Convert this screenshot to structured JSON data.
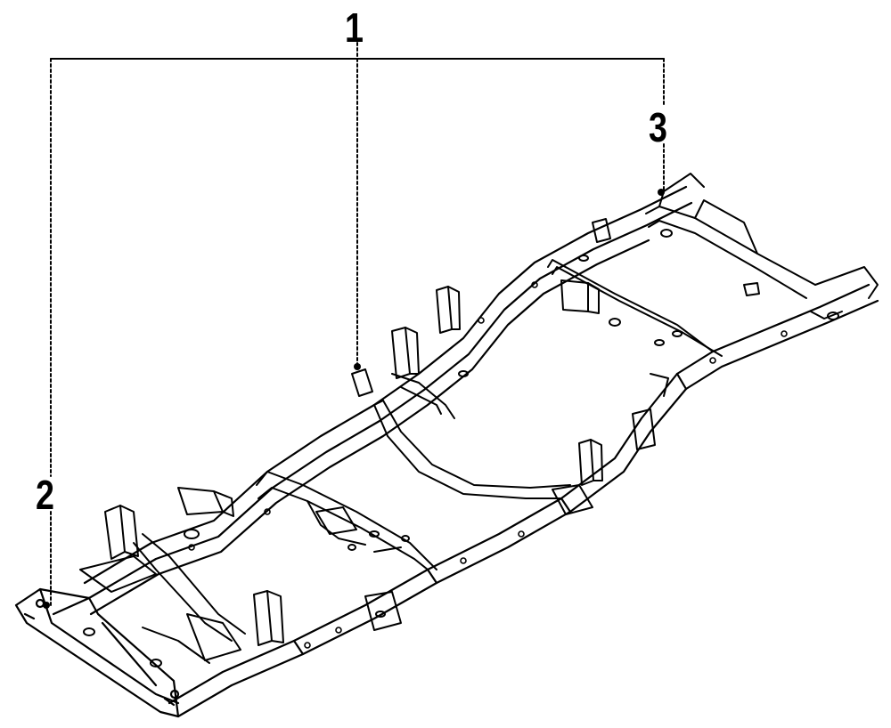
{
  "colors": {
    "ink": "#000000",
    "paper": "#ffffff"
  },
  "callouts": [
    {
      "label": "1"
    },
    {
      "label": "2"
    },
    {
      "label": "3"
    }
  ]
}
